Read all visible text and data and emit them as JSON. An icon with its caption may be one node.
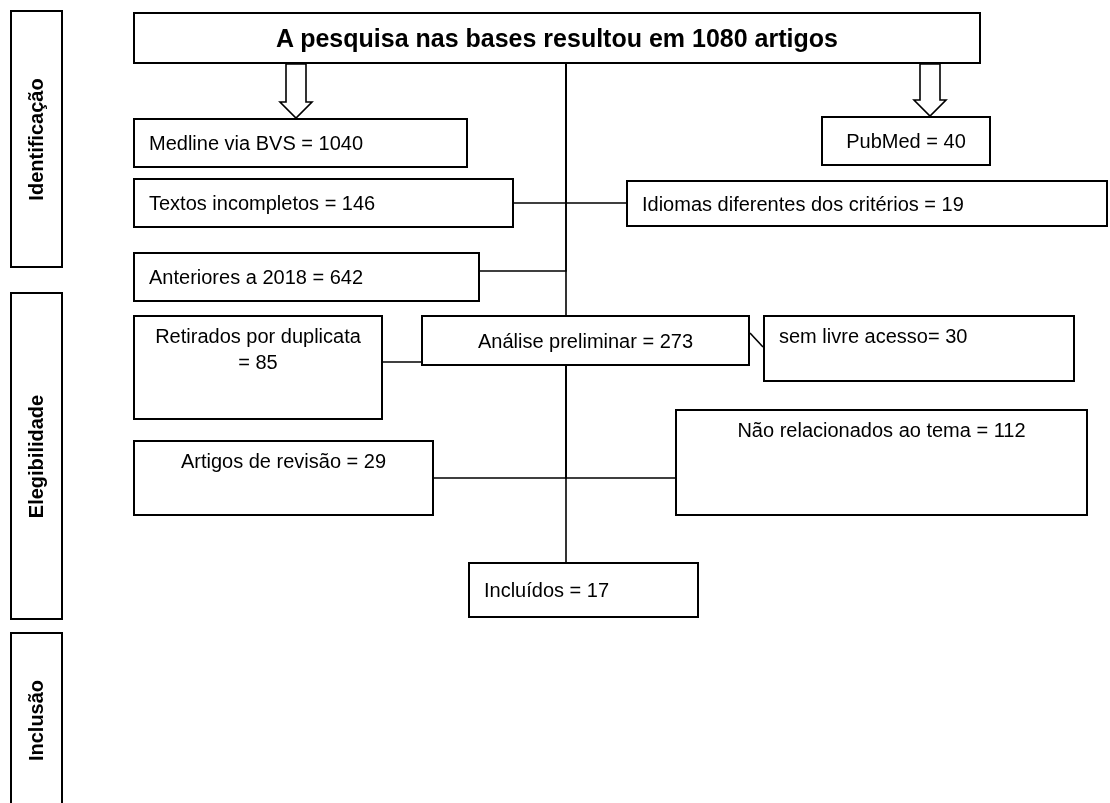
{
  "diagram": {
    "nodes": [
      {
        "text": [
          "Identificação"
        ]
      },
      {
        "text": [
          "Elegibilidade"
        ]
      },
      {
        "text": [
          "Inclusão"
        ]
      },
      {
        "text": [
          "A pesquisa nas bases resultou em 1080 artigos"
        ]
      },
      {
        "text": [
          "Medline via BVS = 1040"
        ]
      },
      {
        "text": [
          "PubMed = 40"
        ]
      },
      {
        "text": [
          "Textos incompletos = 146"
        ]
      },
      {
        "text": [
          "Idiomas diferentes dos critérios = 19"
        ]
      },
      {
        "text": [
          "Anteriores a 2018 = 642"
        ]
      },
      {
        "text": [
          "Retirados por duplicata = 85"
        ]
      },
      {
        "text": [
          "Análise preliminar = 273"
        ]
      },
      {
        "text": [
          "sem livre acesso= 30"
        ]
      },
      {
        "text": [
          "Artigos de revisão = 29"
        ]
      },
      {
        "text": [
          "Não relacionados ao tema = 112"
        ]
      },
      {
        "text": [
          "Incluídos = 17"
        ]
      }
    ],
    "edges": [
      {
        "from": 3,
        "to": 4,
        "arrow": "to"
      },
      {
        "from": 3,
        "to": 5,
        "arrow": "to"
      },
      {
        "from": 3,
        "to": 6,
        "arrow": "none"
      },
      {
        "from": 3,
        "to": 7,
        "arrow": "none"
      },
      {
        "from": 3,
        "to": 8,
        "arrow": "none"
      },
      {
        "from": 3,
        "to": 10,
        "arrow": "none"
      },
      {
        "from": 10,
        "to": 9,
        "arrow": "none"
      },
      {
        "from": 10,
        "to": 11,
        "arrow": "none"
      },
      {
        "from": 10,
        "to": 12,
        "arrow": "none"
      },
      {
        "from": 10,
        "to": 13,
        "arrow": "none"
      },
      {
        "from": 10,
        "to": 14,
        "arrow": "none"
      }
    ]
  }
}
